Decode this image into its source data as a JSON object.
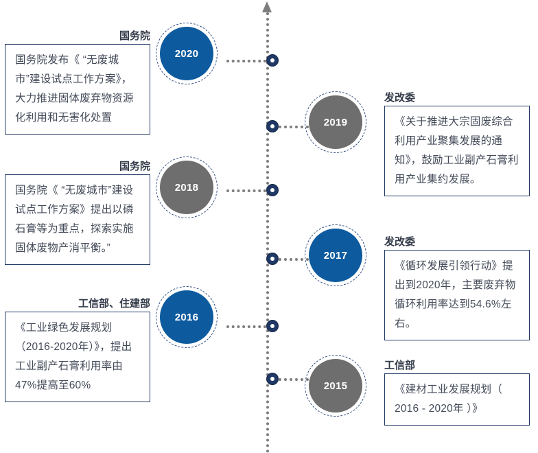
{
  "axis": {
    "arrow_icon": "arrow-up-icon",
    "line_style": "dotted",
    "line_color": "#7d7d7d",
    "node_color": "#1f3864"
  },
  "colors": {
    "blue": "#0d5b9e",
    "gray": "#6e6e6e",
    "navy": "#1f3864",
    "body_text": "#434a58",
    "header_text": "#333b49"
  },
  "events": [
    {
      "year": "2020",
      "circle_color": "blue",
      "side": "left",
      "header": "国务院",
      "body": "国务院发布《 “无废城市”建设试点工作方案》，大力推进固体废弃物资源化利用和无害化处置"
    },
    {
      "year": "2019",
      "circle_color": "gray",
      "side": "right",
      "header": "发改委",
      "body": "《关于推进大宗固废综合利用产业聚集发展的通知》，鼓励工业副产石膏利用产业集约发展。"
    },
    {
      "year": "2018",
      "circle_color": "gray",
      "side": "left",
      "header": "国务院",
      "body": "国务院《 “无废城市”建设试点工作方案》提出以磷石膏等为重点，探索实施固体废物产消平衡。”"
    },
    {
      "year": "2017",
      "circle_color": "blue",
      "side": "right",
      "header": "发改委",
      "body": "《循环发展引领行动》提出到2020年，主要废弃物循环利用率达到54.6%左右。"
    },
    {
      "year": "2016",
      "circle_color": "blue",
      "side": "left",
      "header": "工信部、住建部",
      "body": "《工业绿色发展规划（2016-2020年）》，提出工业副产石膏利用率由47%提高至60%"
    },
    {
      "year": "2015",
      "circle_color": "gray",
      "side": "right",
      "header": "工信部",
      "body": "《建材工业发展规划（ 2016 - 2020年 ）》"
    }
  ]
}
